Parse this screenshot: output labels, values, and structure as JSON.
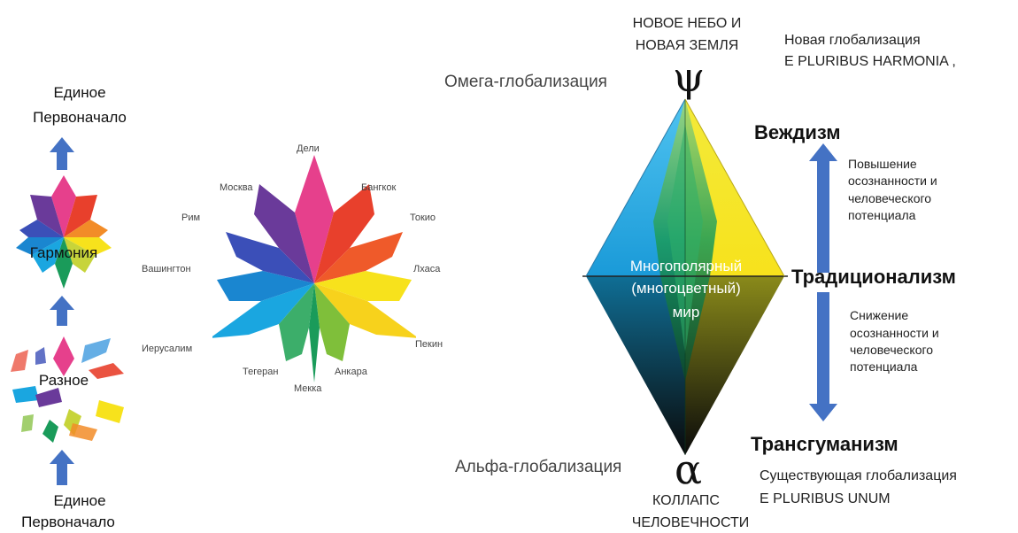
{
  "left": {
    "top_label_1": "Единое",
    "top_label_2": "Первоначало",
    "harmony_label": "Гармония",
    "diverse_label": "Разное",
    "bottom_label_1": "Единое",
    "bottom_label_2": "Первоначало"
  },
  "flower": {
    "cities": {
      "delhi": "Дели",
      "moscow": "Москва",
      "bangkok": "Бангкок",
      "rome": "Рим",
      "tokyo": "Токио",
      "washington": "Вашингтон",
      "lhasa": "Лхаса",
      "jerusalem": "Иерусалим",
      "beijing": "Пекин",
      "tehran": "Тегеран",
      "ankara": "Анкара",
      "mecca": "Мекка"
    }
  },
  "diamond": {
    "top_caption_1": "НОВОЕ НЕБО И",
    "top_caption_2": "НОВАЯ ЗЕМЛЯ",
    "omega_label": "Омега-глобализация",
    "psi_symbol": "ψ",
    "center_1": "Многополярный",
    "center_2": "(многоцветный)",
    "center_3": "мир",
    "alpha_label": "Альфа-глобализация",
    "alpha_symbol": "α",
    "bottom_caption_1": "КОЛЛАПС",
    "bottom_caption_2": "ЧЕЛОВЕЧНОСТИ"
  },
  "right": {
    "new_glob_1": "Новая глобализация",
    "new_glob_2": "E PLURIBUS HARMONIA ,",
    "vezhdism": "Веждизм",
    "up_1": "Повышение",
    "up_2": "осознанности и",
    "up_3": "человеческого",
    "up_4": "потенциала",
    "traditionalism": "Традиционализм",
    "down_1": "Снижение",
    "down_2": "осознанности и",
    "down_3": "человеческого",
    "down_4": "потенциала",
    "transhumanism": "Трансгуманизм",
    "existing_1": "Существующая глобализация",
    "existing_2": "E PLURIBUS UNUM"
  },
  "colors": {
    "arrow": "#4472c4",
    "pink": "#e6408c",
    "red": "#e8402c",
    "orange": "#f28c28",
    "yellow": "#f7e21c",
    "green": "#1a9b5a",
    "cyan": "#1aa6e0",
    "blue": "#3b4fb8",
    "purple": "#6a3a9a"
  }
}
